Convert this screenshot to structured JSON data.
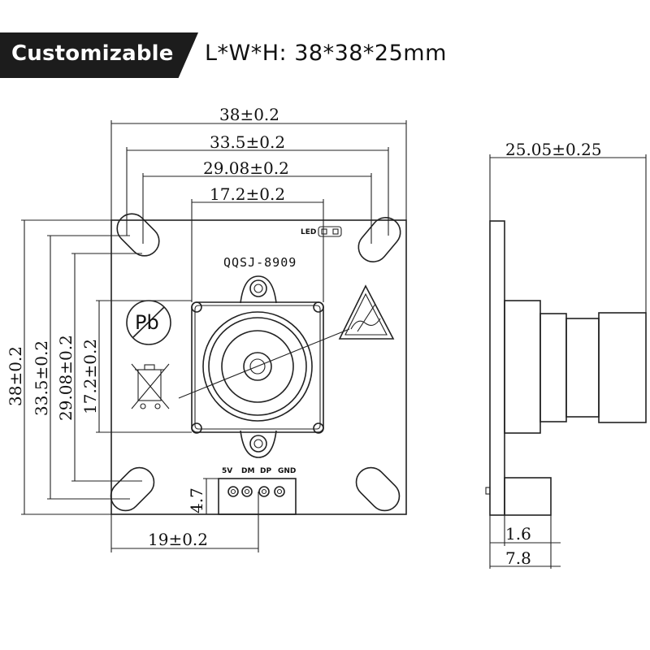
{
  "header": {
    "badge_label": "Customizable",
    "dimensions": "L*W*H:  38*38*25mm"
  },
  "front_view": {
    "width_dims": [
      "38±0.2",
      "33.5±0.2",
      "29.08±0.2",
      "17.2±0.2"
    ],
    "height_dims": [
      "38±0.2",
      "33.5±0.2",
      "29.08±0.2",
      "17.2±0.2"
    ],
    "model_label": "QQSJ-8909",
    "led_label": "LED",
    "pins": [
      "5V",
      "DM",
      "DP",
      "GND"
    ],
    "connector_height": "4.7",
    "connector_offset": "19±0.2"
  },
  "side_view": {
    "depth_dim": "25.05±0.25",
    "pcb_thickness": "1.6",
    "connector_depth": "7.8"
  },
  "colors": {
    "banner_bg": "#1c1c1c",
    "banner_text": "#ffffff",
    "line": "#222222"
  },
  "icons": [
    "pb-free-icon",
    "weee-bin-icon",
    "esd-warning-icon"
  ]
}
